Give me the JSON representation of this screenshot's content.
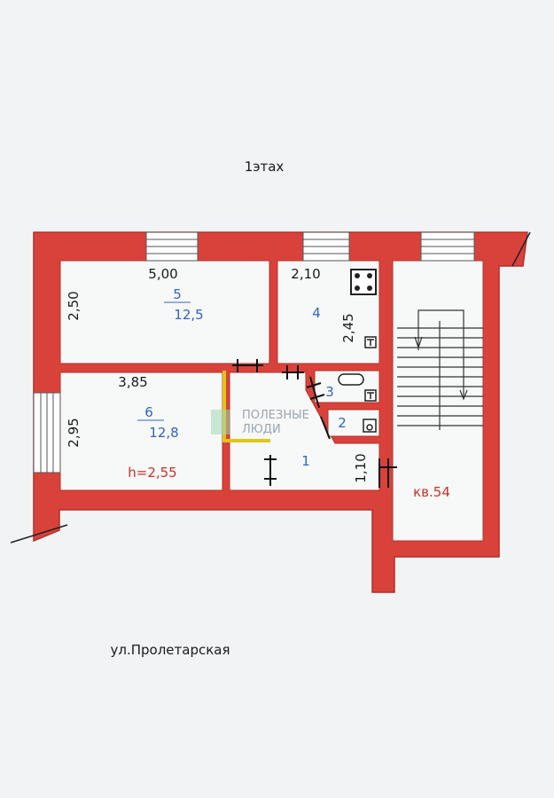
{
  "floor_label": "1этах",
  "street": "ул.Пролетарская",
  "apartment": "кв.54",
  "height": "h=2,55",
  "watermark": {
    "line1": "ПОЛЕЗНЫЕ",
    "line2": "ЛЮДИ"
  },
  "rooms": [
    {
      "number": "5",
      "area": "12,5"
    },
    {
      "number": "6",
      "area": "12,8"
    },
    {
      "number": "4"
    },
    {
      "number": "3"
    },
    {
      "number": "2"
    },
    {
      "number": "1"
    }
  ],
  "dimensions": {
    "room5_width": "5,00",
    "room5_depth": "2,50",
    "room6_width": "3,85",
    "room6_depth": "2,95",
    "room4_width": "2,10",
    "room4_depth": "2,45",
    "corridor_depth": "1,10"
  },
  "colors": {
    "wall": "#d9423a",
    "wall_edge": "#b3302a",
    "room_text": "#2f63c9",
    "height_text": "#c8322a",
    "yellow_partition": "#e0c51a"
  }
}
